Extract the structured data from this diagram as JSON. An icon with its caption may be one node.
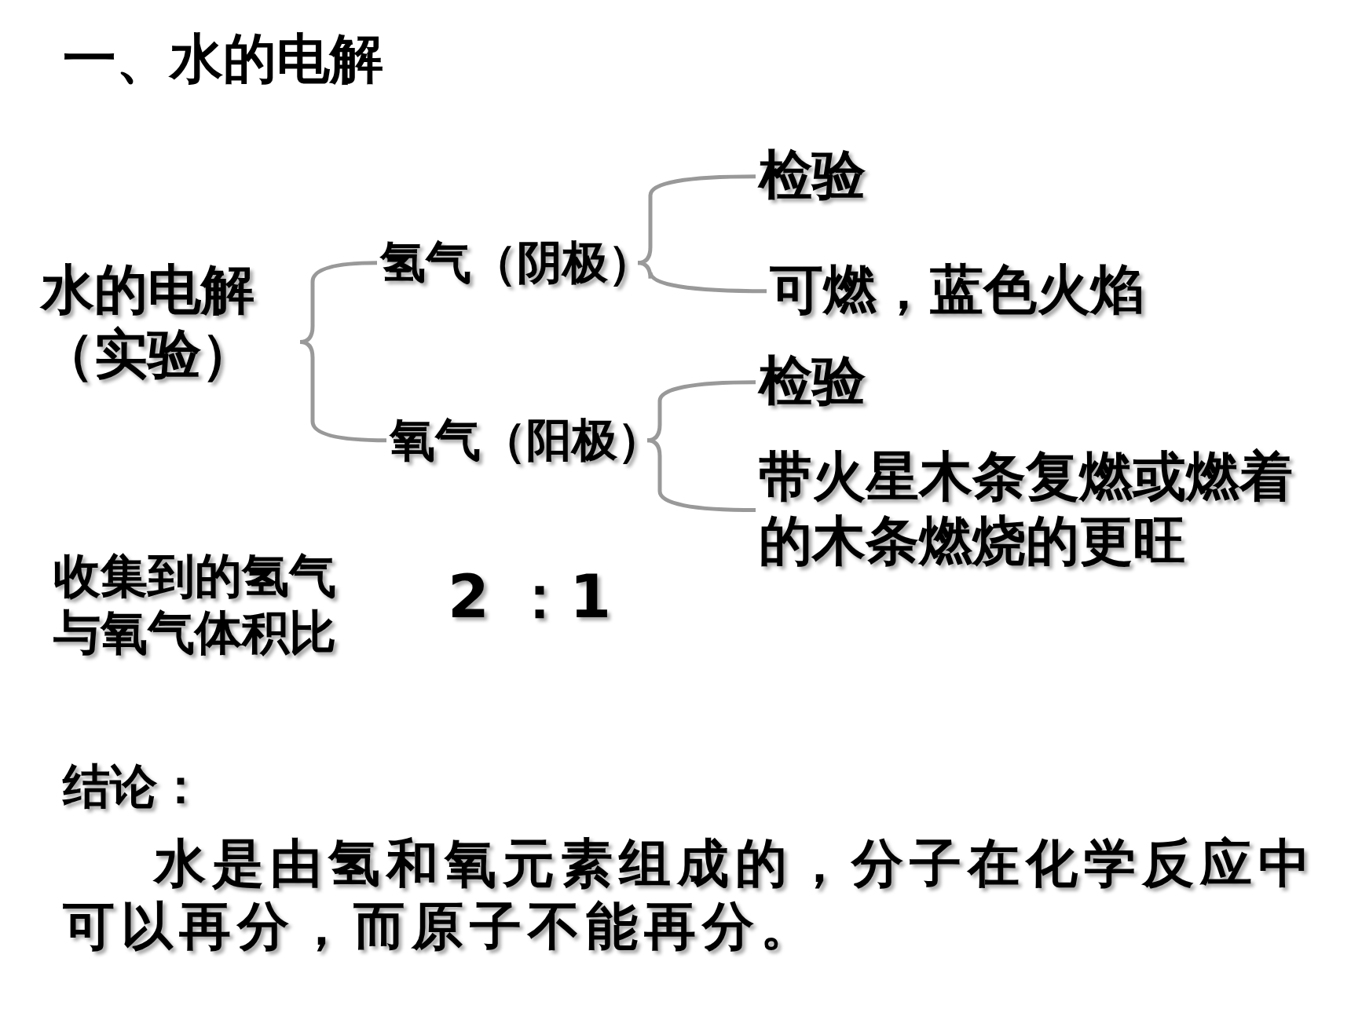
{
  "diagram": {
    "title": "一、水的电解",
    "nodes": [
      {
        "text": [
          "水的电解（实验）"
        ]
      },
      {
        "text": [
          "氢气（阴极）"
        ]
      },
      {
        "text": [
          "氧气（阳极）"
        ]
      },
      {
        "text": [
          "检验"
        ]
      },
      {
        "text": [
          "可燃，蓝色火焰"
        ]
      },
      {
        "text": [
          "检验"
        ]
      },
      {
        "text": [
          "带火星木条复燃或燃着的木条燃烧的更旺"
        ]
      }
    ],
    "edges": [
      {
        "from": 0,
        "to": 1,
        "arrow": "none"
      },
      {
        "from": 0,
        "to": 2,
        "arrow": "none"
      },
      {
        "from": 1,
        "to": 3,
        "arrow": "none"
      },
      {
        "from": 1,
        "to": 4,
        "arrow": "none"
      },
      {
        "from": 2,
        "to": 5,
        "arrow": "none"
      },
      {
        "from": 2,
        "to": 6,
        "arrow": "none"
      }
    ],
    "labels": [
      "收集到的氢气与氧气体积比",
      "2 ：1",
      "结论：",
      "水是由氢和氧元素组成的，分子在化学反应中可以再分，而原子不能再分。"
    ]
  }
}
